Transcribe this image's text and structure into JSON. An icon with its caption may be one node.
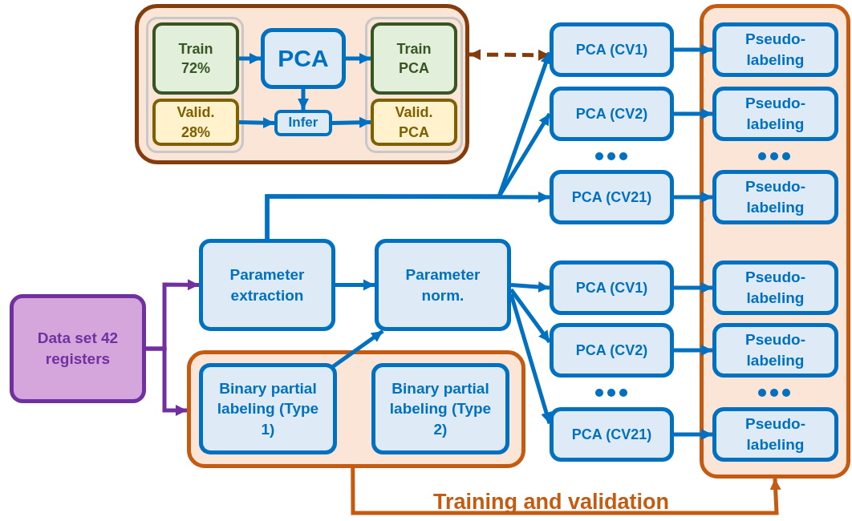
{
  "diagram": {
    "nodes": [
      {
        "text": [],
        "shape": "box"
      },
      {
        "text": [],
        "shape": "box",
        "in": 0
      },
      {
        "text": [
          "Train 72%"
        ],
        "in": 1
      },
      {
        "text": [
          "Valid. 28%"
        ],
        "in": 1
      },
      {
        "text": [
          "PCA"
        ],
        "in": 0
      },
      {
        "text": [
          "Infer"
        ],
        "in": 0
      },
      {
        "text": [],
        "shape": "box",
        "in": 0
      },
      {
        "text": [
          "Train PCA"
        ],
        "in": 6
      },
      {
        "text": [
          "Valid. PCA"
        ],
        "in": 6
      },
      {
        "text": [
          "Data set 42 registers"
        ]
      },
      {
        "text": [
          "Parameter extraction"
        ]
      },
      {
        "text": [
          "Parameter norm."
        ]
      },
      {
        "text": [],
        "shape": "box"
      },
      {
        "text": [
          "Binary partial labeling (Type 1)"
        ],
        "in": 12
      },
      {
        "text": [
          "Binary partial labeling (Type 2)"
        ],
        "in": 12
      },
      {
        "text": [
          "PCA (CV1)"
        ]
      },
      {
        "text": [
          "PCA (CV2)"
        ]
      },
      {
        "text": [
          "PCA (CV21)"
        ]
      },
      {
        "text": [
          "PCA (CV1)"
        ]
      },
      {
        "text": [
          "PCA (CV2)"
        ]
      },
      {
        "text": [
          "PCA (CV21)"
        ]
      },
      {
        "text": [],
        "shape": "box"
      },
      {
        "text": [
          "Pseudo- labeling"
        ],
        "in": 21
      },
      {
        "text": [
          "Pseudo- labeling"
        ],
        "in": 21
      },
      {
        "text": [
          "Pseudo- labeling"
        ],
        "in": 21
      },
      {
        "text": [
          "Pseudo- labeling"
        ],
        "in": 21
      },
      {
        "text": [
          "Pseudo- labeling"
        ],
        "in": 21
      },
      {
        "text": [
          "Pseudo- labeling"
        ],
        "in": 21
      }
    ],
    "edges": [
      {
        "from": 2,
        "to": 4,
        "arrow": "to"
      },
      {
        "from": 4,
        "to": 7,
        "arrow": "to"
      },
      {
        "from": 4,
        "to": 5,
        "arrow": "to"
      },
      {
        "from": 3,
        "to": 5,
        "arrow": "to"
      },
      {
        "from": 5,
        "to": 8,
        "arrow": "to"
      },
      {
        "from": 0,
        "to": 15,
        "arrow": "both",
        "style": "dashed",
        "color": "#843c0c"
      },
      {
        "from": 9,
        "to": 10,
        "arrow": "to",
        "color": "#7030a0"
      },
      {
        "from": 9,
        "to": 12,
        "arrow": "to",
        "color": "#7030a0"
      },
      {
        "from": 10,
        "to": 11,
        "arrow": "to"
      },
      {
        "from": 13,
        "to": 11,
        "arrow": "to"
      },
      {
        "from": 10,
        "to": 15,
        "arrow": "to"
      },
      {
        "from": 10,
        "to": 16,
        "arrow": "to"
      },
      {
        "from": 10,
        "to": 17,
        "arrow": "to"
      },
      {
        "from": 11,
        "to": 18,
        "arrow": "to"
      },
      {
        "from": 11,
        "to": 19,
        "arrow": "to"
      },
      {
        "from": 11,
        "to": 20,
        "arrow": "to"
      },
      {
        "from": 15,
        "to": 22,
        "arrow": "to"
      },
      {
        "from": 16,
        "to": 23,
        "arrow": "to"
      },
      {
        "from": 17,
        "to": 24,
        "arrow": "to"
      },
      {
        "from": 18,
        "to": 25,
        "arrow": "to"
      },
      {
        "from": 19,
        "to": 26,
        "arrow": "to"
      },
      {
        "from": 20,
        "to": 27,
        "arrow": "to"
      },
      {
        "from": 12,
        "to": 21,
        "arrow": "to",
        "label": "Training and validation",
        "color": "#c55a11"
      }
    ]
  }
}
